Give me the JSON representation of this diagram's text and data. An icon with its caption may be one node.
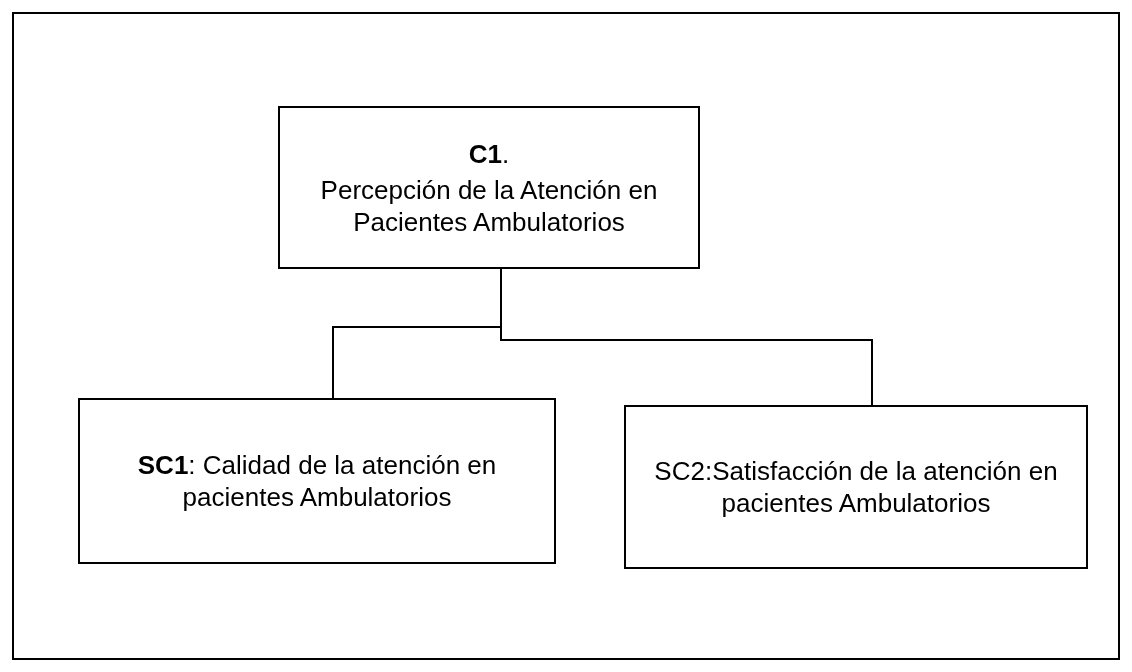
{
  "diagram": {
    "nodes": [
      {
        "text": [
          "**C1**.",
          "Percepción de la Atención en Pacientes Ambulatorios"
        ]
      },
      {
        "text": [
          "**SC1**: Calidad de la atención en pacientes Ambulatorios"
        ]
      },
      {
        "text": [
          "SC2:Satisfacción de la atención en pacientes Ambulatorios"
        ]
      }
    ],
    "edges": [
      {
        "from": 0,
        "to": 1,
        "arrow": "none"
      },
      {
        "from": 0,
        "to": 2,
        "arrow": "none"
      }
    ]
  }
}
